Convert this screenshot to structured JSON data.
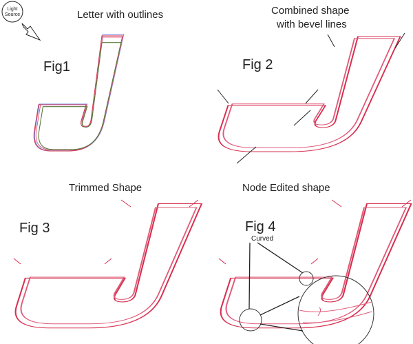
{
  "light_source": {
    "line1": "Light",
    "line2": "Source"
  },
  "captions": {
    "fig1_title": "Letter with outlines",
    "fig2_title_line1": "Combined shape",
    "fig2_title_line2": "with bevel lines",
    "fig3_title": "Trimmed Shape",
    "fig4_title": "Node Edited shape"
  },
  "labels": {
    "fig1": "Fig1",
    "fig2": "Fig 2",
    "fig3": "Fig 3",
    "fig4": "Fig 4",
    "curved": "Curved"
  },
  "colors": {
    "outline_red": "#d6304f",
    "outline_blue": "#6f7fd8",
    "outline_green": "#5a7a3c"
  }
}
